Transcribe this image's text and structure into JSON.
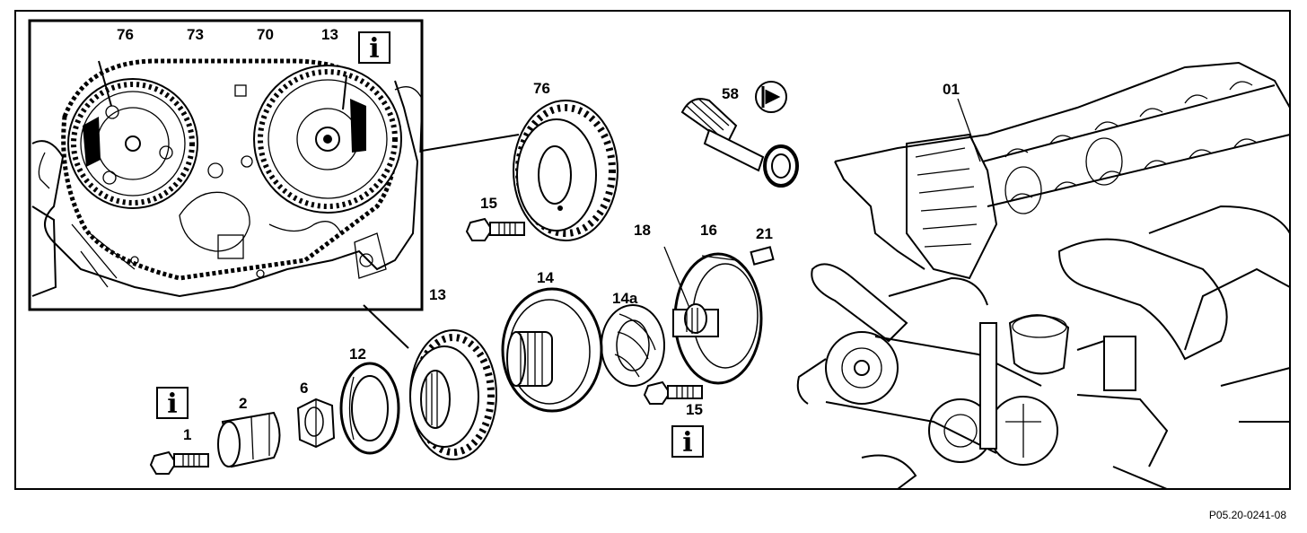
{
  "labels": {
    "p76_inset": "76",
    "p73_inset": "73",
    "p70_inset": "70",
    "p13_inset": "13",
    "p76": "76",
    "p58": "58",
    "p01": "01",
    "p15_top": "15",
    "p18": "18",
    "p16": "16",
    "p21": "21",
    "p13": "13",
    "p14": "14",
    "p14a": "14a",
    "p12": "12",
    "p6": "6",
    "p2": "2",
    "p1": "1",
    "p15_bottom": "15"
  },
  "info_symbol": "i",
  "reference": "P05.20-0241-08",
  "icons": [
    "info-icon",
    "tighten-torque-icon"
  ]
}
